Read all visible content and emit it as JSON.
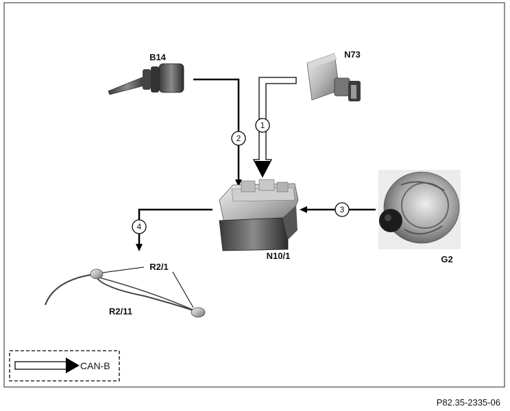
{
  "components": {
    "b14": "B14",
    "n73": "N73",
    "n10_1": "N10/1",
    "g2": "G2",
    "r2_1": "R2/1",
    "r2_11": "R2/11"
  },
  "signals": [
    "1",
    "2",
    "3",
    "4"
  ],
  "legend": {
    "label": "CAN-B"
  },
  "figure_ref": "P82.35-2335-06"
}
